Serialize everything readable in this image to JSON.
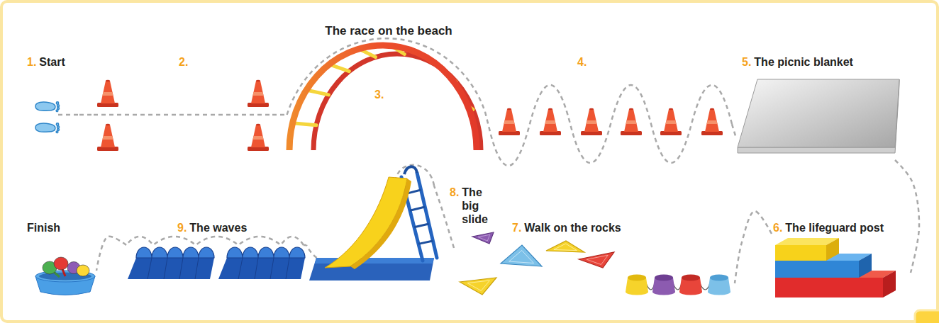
{
  "diagram": {
    "title": "The race on the beach",
    "nodes": [
      {
        "text": [
          "1.",
          "Start"
        ]
      },
      {
        "text": [
          "2."
        ]
      },
      {
        "text": [
          "3."
        ]
      },
      {
        "text": [
          "4."
        ]
      },
      {
        "text": [
          "5.",
          "The picnic blanket"
        ]
      },
      {
        "text": [
          "6.",
          "The lifeguard post"
        ]
      },
      {
        "text": [
          "7.",
          "Walk on the rocks"
        ]
      },
      {
        "text": [
          "8.",
          "The big slide"
        ]
      },
      {
        "text": [
          "9.",
          "The waves"
        ]
      },
      {
        "text": [
          "Finish"
        ]
      }
    ],
    "edges": [
      {
        "from": 0,
        "to": 1,
        "arrow": "none"
      },
      {
        "from": 1,
        "to": 2,
        "arrow": "none"
      },
      {
        "from": 2,
        "to": 3,
        "arrow": "none"
      },
      {
        "from": 3,
        "to": 4,
        "arrow": "none"
      },
      {
        "from": 4,
        "to": 5,
        "arrow": "none"
      },
      {
        "from": 5,
        "to": 6,
        "arrow": "none"
      },
      {
        "from": 6,
        "to": 7,
        "arrow": "none"
      },
      {
        "from": 7,
        "to": 8,
        "arrow": "none"
      },
      {
        "from": 8,
        "to": 9,
        "arrow": "none"
      }
    ]
  }
}
